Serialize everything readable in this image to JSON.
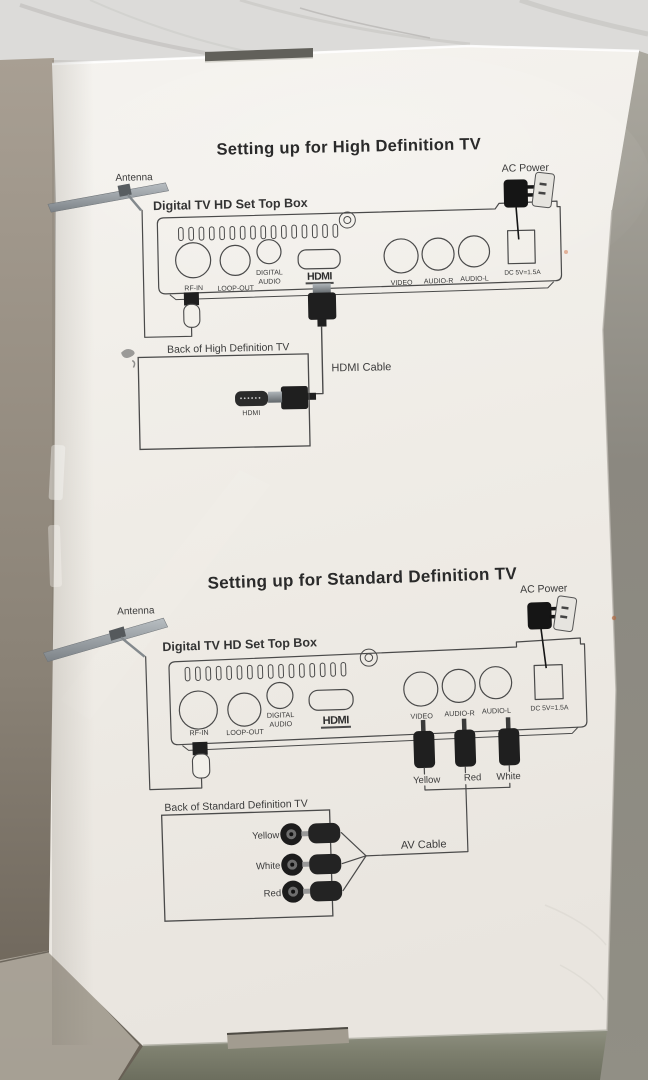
{
  "hd": {
    "title": "Setting up for High Definition TV",
    "antenna_label": "Antenna",
    "ac_power_label": "AC Power",
    "device_label": "Digital TV HD Set Top Box",
    "ports": {
      "rf_in": "RF-IN",
      "loop_out": "LOOP-OUT",
      "digital": "DIGITAL",
      "audio": "AUDIO",
      "hdmi_logo": "HDMI",
      "video": "VIDEO",
      "audio_r": "AUDIO-R",
      "audio_l": "AUDIO-L",
      "dc": "DC 5V=1.5A"
    },
    "tv_label": "Back of High Definition TV",
    "tv_port_label": "HDMI",
    "cable_label": "HDMI Cable"
  },
  "sd": {
    "title": "Setting up for Standard Definition TV",
    "antenna_label": "Antenna",
    "ac_power_label": "AC Power",
    "device_label": "Digital TV HD Set Top Box",
    "ports": {
      "rf_in": "RF-IN",
      "loop_out": "LOOP-OUT",
      "digital": "DIGITAL",
      "audio": "AUDIO",
      "hdmi_logo": "HDMI",
      "video": "VIDEO",
      "audio_r": "AUDIO-R",
      "audio_l": "AUDIO-L",
      "dc": "DC 5V=1.5A"
    },
    "plug_labels": {
      "video": "Yellow",
      "audio_r": "Red",
      "audio_l": "White"
    },
    "tv_label": "Back of Standard Definition TV",
    "jack_labels": {
      "top": "Yellow",
      "middle": "White",
      "bottom": "Red"
    },
    "cable_label": "AV Cable"
  },
  "colors": {
    "box_face": "#f1eee8",
    "marble": "#dcdbd9",
    "cardboard": "#998f82",
    "floor_shadow": "#80826f",
    "print_line": "#4a4a4a",
    "plug_black": "#1f1f1f",
    "antenna_gray": "#8d9398"
  }
}
